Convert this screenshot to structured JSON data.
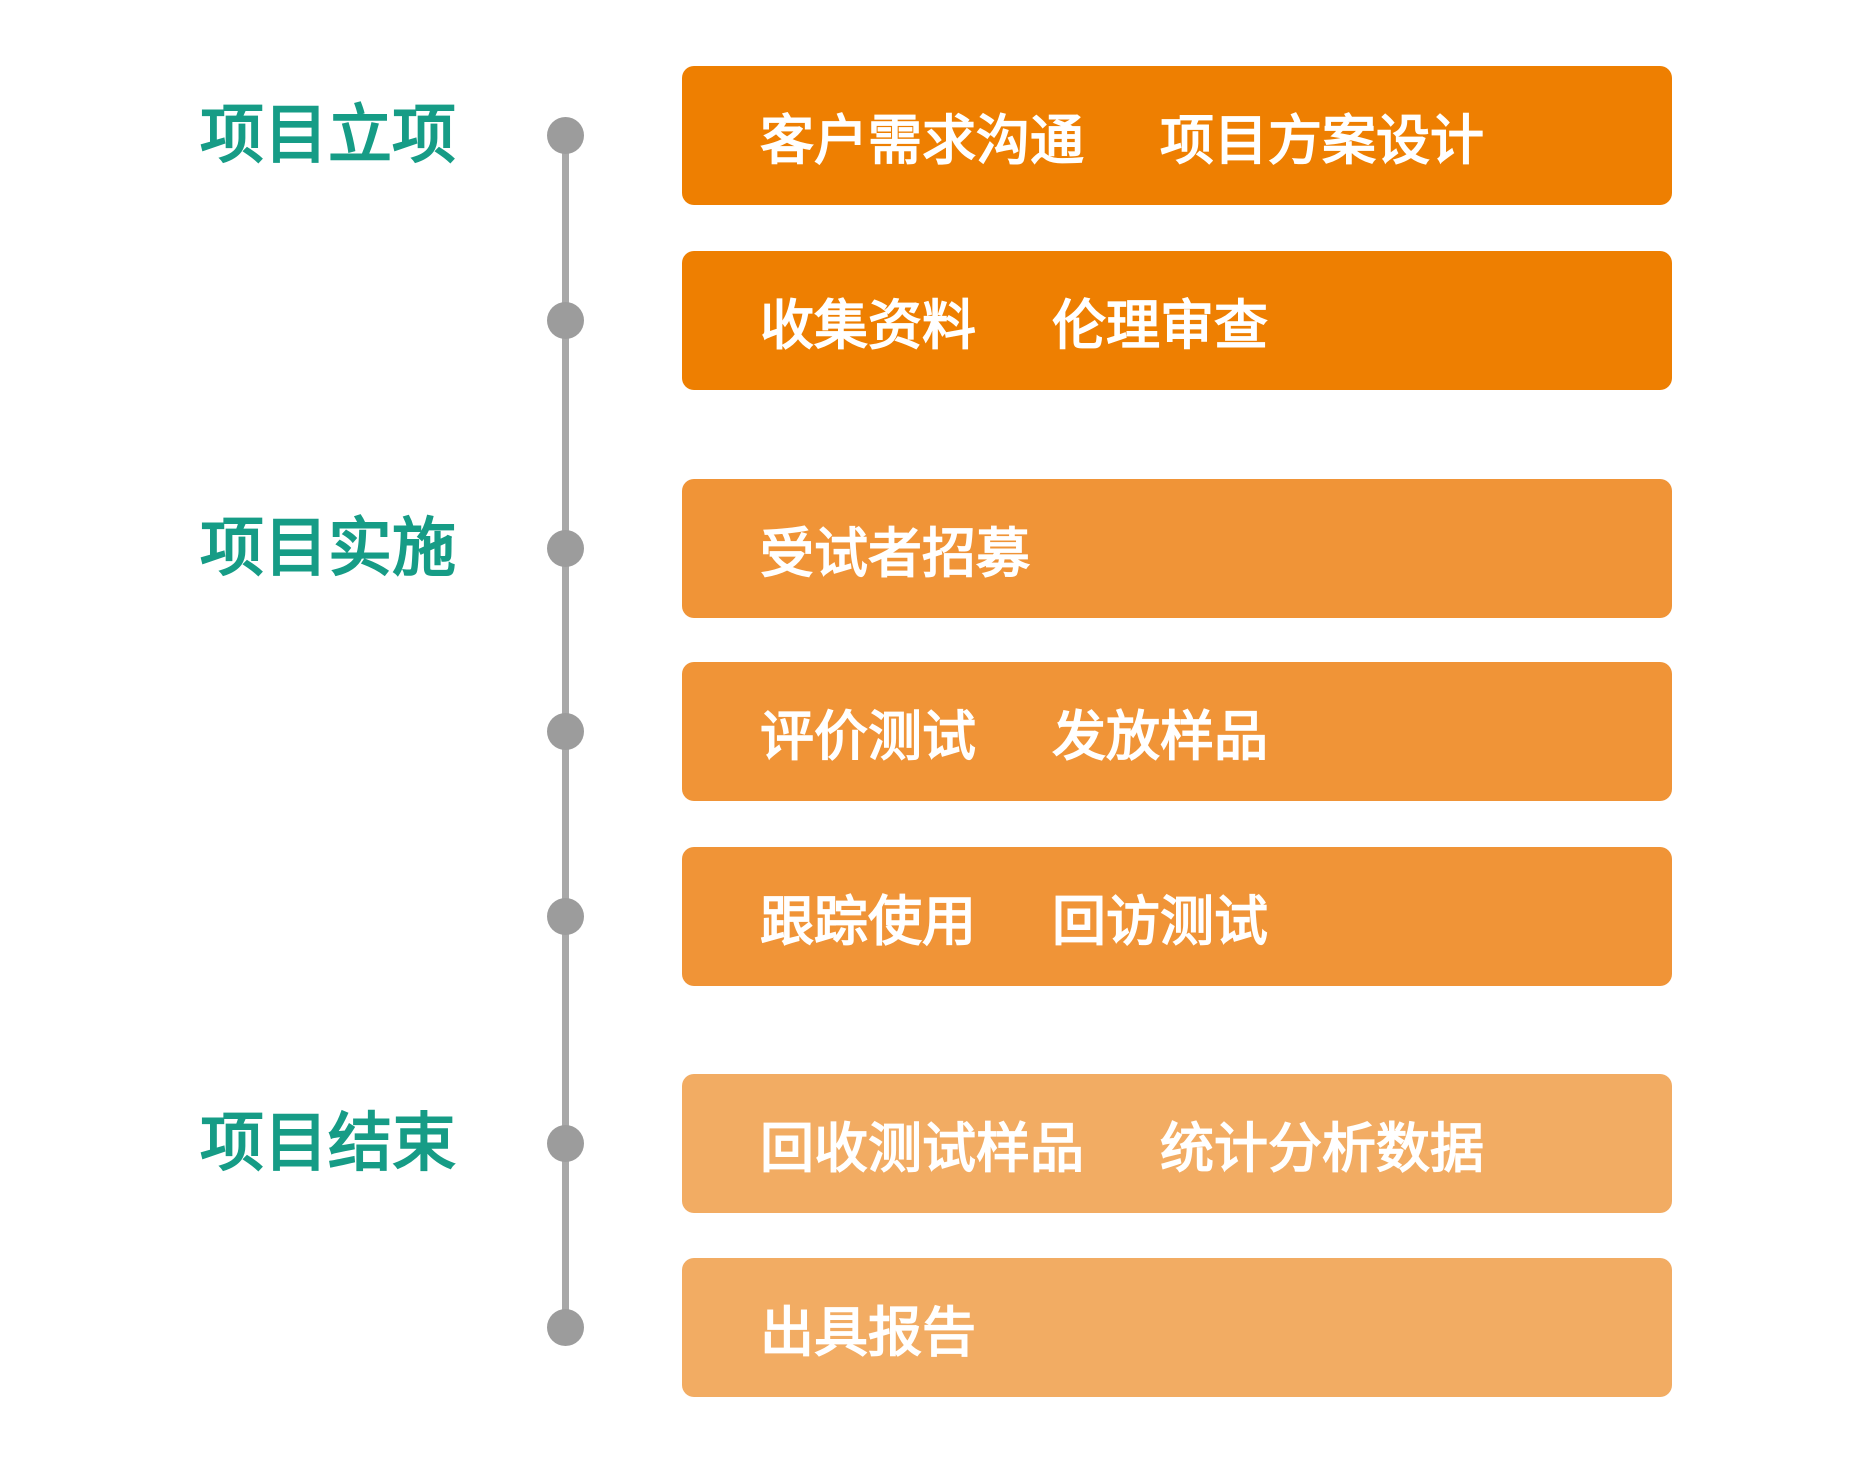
{
  "colors": {
    "background": "#ffffff",
    "stage_label": "#169c86",
    "timeline_line": "#a8a8a8",
    "timeline_dot": "#9c9c9c",
    "box_dark_orange": "#ee7f01",
    "box_mid_orange": "#f09437",
    "box_light_orange": "#f2ac63",
    "box_text": "#ffffff"
  },
  "stages": [
    {
      "label": "项目立项"
    },
    {
      "label": "项目实施"
    },
    {
      "label": "项目结束"
    }
  ],
  "boxes": [
    {
      "phrases": [
        "客户需求沟通",
        "项目方案设计"
      ],
      "color": "#ee7f01",
      "stage": "项目立项"
    },
    {
      "phrases": [
        "收集资料",
        "伦理审查"
      ],
      "color": "#ee7f01",
      "stage": "项目立项"
    },
    {
      "phrases": [
        "受试者招募"
      ],
      "color": "#f09437",
      "stage": "项目实施"
    },
    {
      "phrases": [
        "评价测试",
        "发放样品"
      ],
      "color": "#f09437",
      "stage": "项目实施"
    },
    {
      "phrases": [
        "跟踪使用",
        "回访测试"
      ],
      "color": "#f09437",
      "stage": "项目实施"
    },
    {
      "phrases": [
        "回收测试样品",
        "统计分析数据"
      ],
      "color": "#f2ac63",
      "stage": "项目结束"
    },
    {
      "phrases": [
        "出具报告"
      ],
      "color": "#f2ac63",
      "stage": "项目结束"
    }
  ]
}
